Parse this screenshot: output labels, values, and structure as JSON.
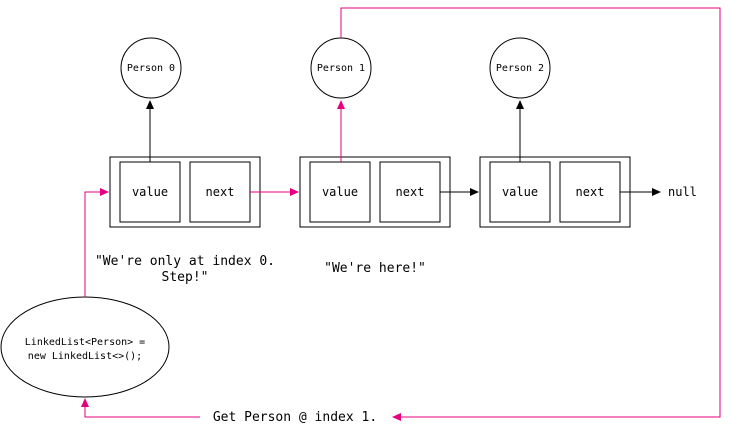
{
  "colors": {
    "highlight": "#e6007e",
    "stroke": "#000000",
    "background": "#ffffff"
  },
  "persons": [
    "Person 0",
    "Person 1",
    "Person 2"
  ],
  "nodes": [
    {
      "value_label": "value",
      "next_label": "next"
    },
    {
      "value_label": "value",
      "next_label": "next"
    },
    {
      "value_label": "value",
      "next_label": "next"
    }
  ],
  "null_label": "null",
  "notes": {
    "index0_line1": "\"We're only at index 0.",
    "index0_line2": "Step!\"",
    "here": "\"We're here!\""
  },
  "list_ellipse": {
    "line1": "LinkedList<Person> =",
    "line2": "new LinkedList<>();"
  },
  "get_label": "Get Person @ index 1."
}
